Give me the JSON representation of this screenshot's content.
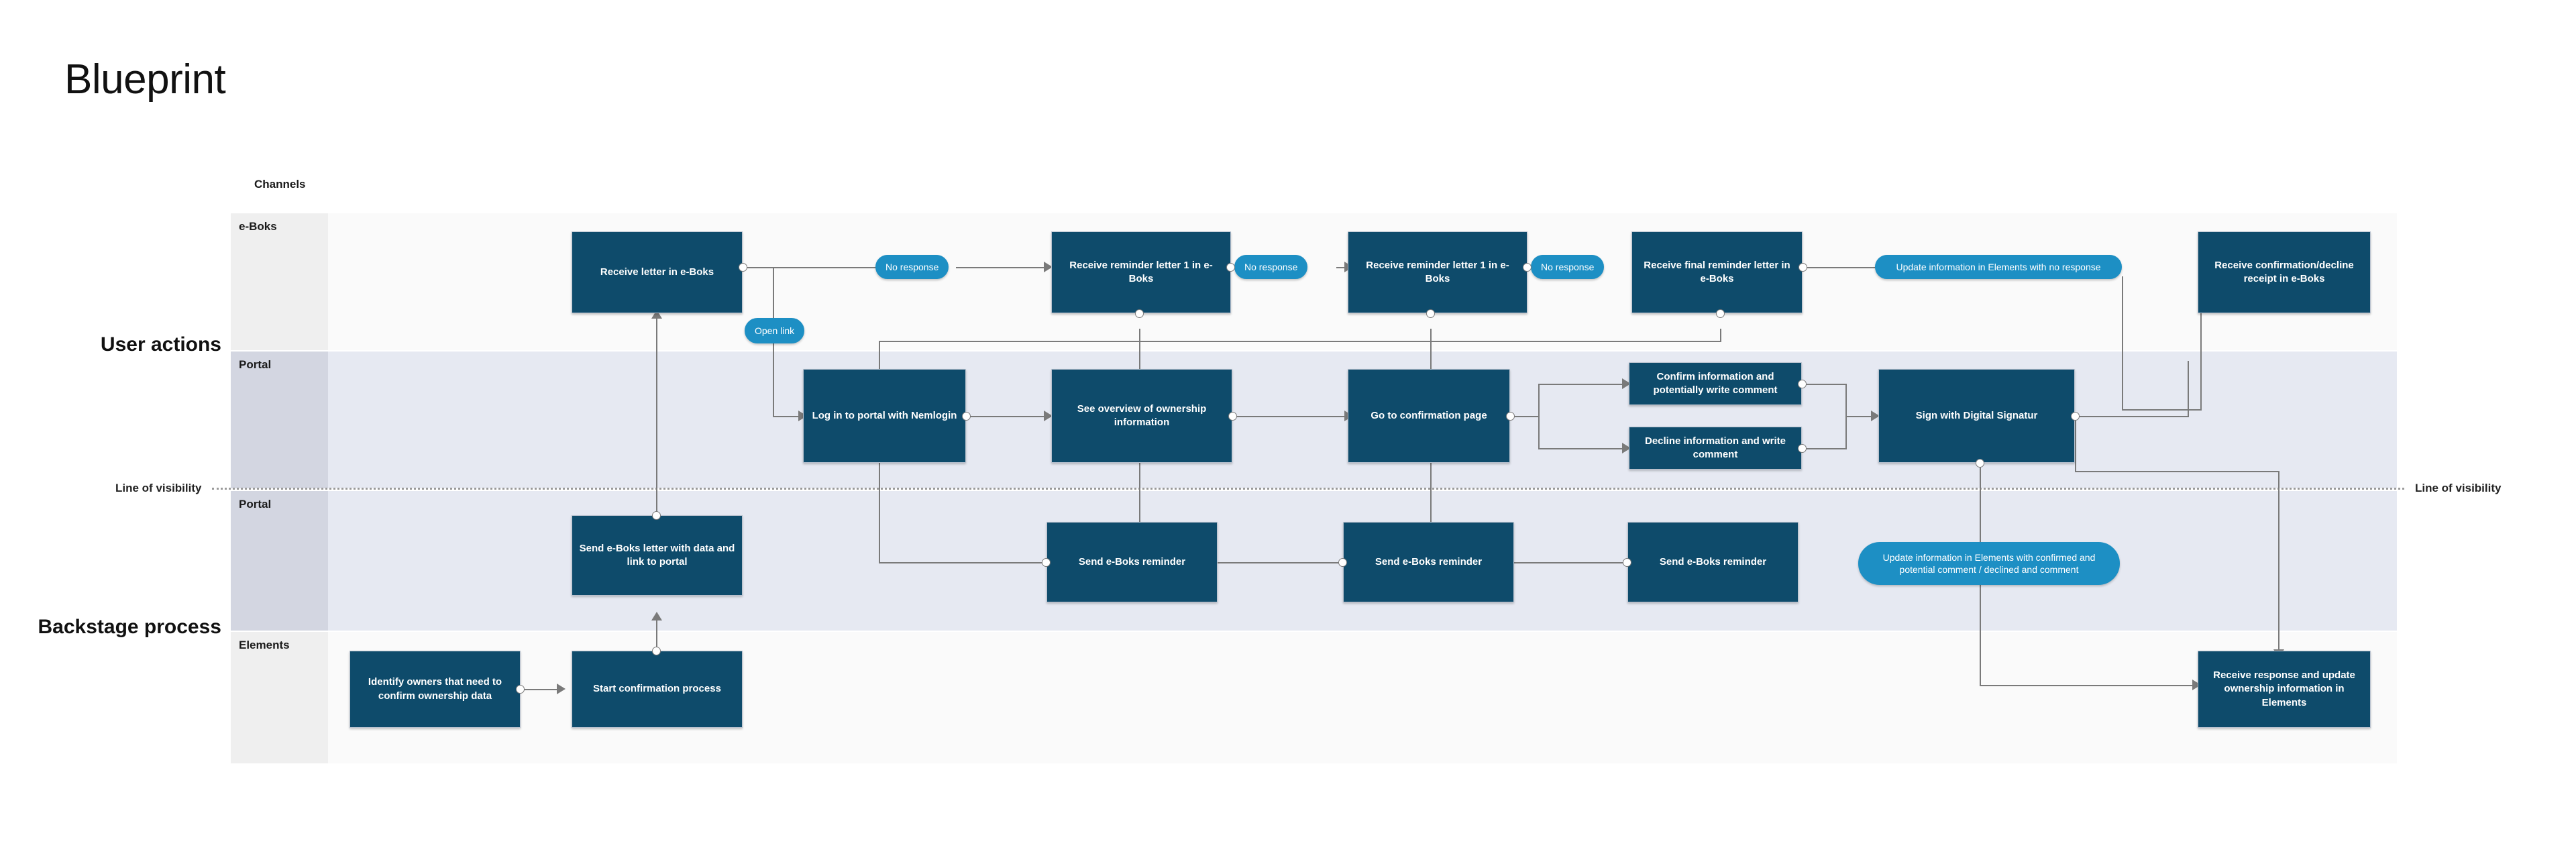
{
  "page": {
    "title": "Blueprint",
    "side_labels": {
      "user_actions": "User actions",
      "backstage_process": "Backstage process"
    },
    "visibility": {
      "left_label": "Line of visibility",
      "right_label": "Line of visibility"
    },
    "channels_header": "Channels"
  },
  "accent": {
    "node_fill": "#0e4b6b",
    "pill_fill": "#1d8fc4",
    "lane_light": "#fafafa",
    "lane_tint": "#e6e9f2",
    "gutter_light": "#efefef",
    "gutter_tint": "#d3d6e1",
    "connector": "#7a7a7a"
  },
  "lanes": [
    {
      "id": "eboks-top",
      "label": "e-Boks",
      "band": "light"
    },
    {
      "id": "portal-front",
      "label": "Portal",
      "band": "tint"
    },
    {
      "id": "portal-back",
      "label": "Portal",
      "band": "tint"
    },
    {
      "id": "elements-back",
      "label": "Elements",
      "band": "light"
    }
  ],
  "nodes": {
    "receive_letter": "Receive letter in e-Boks",
    "receive_reminder_1": "Receive reminder letter 1 in e-Boks",
    "receive_reminder_2": "Receive reminder letter 1 in e-Boks",
    "receive_final_reminder": "Receive final reminder letter in e-Boks",
    "receive_confirmation": "Receive confirmation/decline receipt in e-Boks",
    "log_in_portal": "Log in to portal with Nemlogin",
    "see_overview": "See overview of ownership information",
    "go_to_confirmation": "Go to confirmation page",
    "confirm_information": "Confirm information and potentially write comment",
    "decline_information": "Decline information and write comment",
    "sign_digital": "Sign with Digital Signatur",
    "send_letter_with_data": "Send e-Boks letter with data and link to portal",
    "send_reminder_a": "Send e-Boks reminder",
    "send_reminder_b": "Send e-Boks reminder",
    "send_reminder_c": "Send e-Boks reminder",
    "identify_owners": "Identify owners that need to confirm ownership data",
    "start_confirmation": "Start confirmation process",
    "receive_response_update": "Receive response and update ownership information in Elements"
  },
  "pills": {
    "no_response_1": "No response",
    "no_response_2": "No response",
    "no_response_3": "No response",
    "open_link": "Open link",
    "update_no_resp": "Update information in Elements with no response",
    "update_confirmed": "Update information in Elements with confirmed and potential comment / declined and comment"
  }
}
